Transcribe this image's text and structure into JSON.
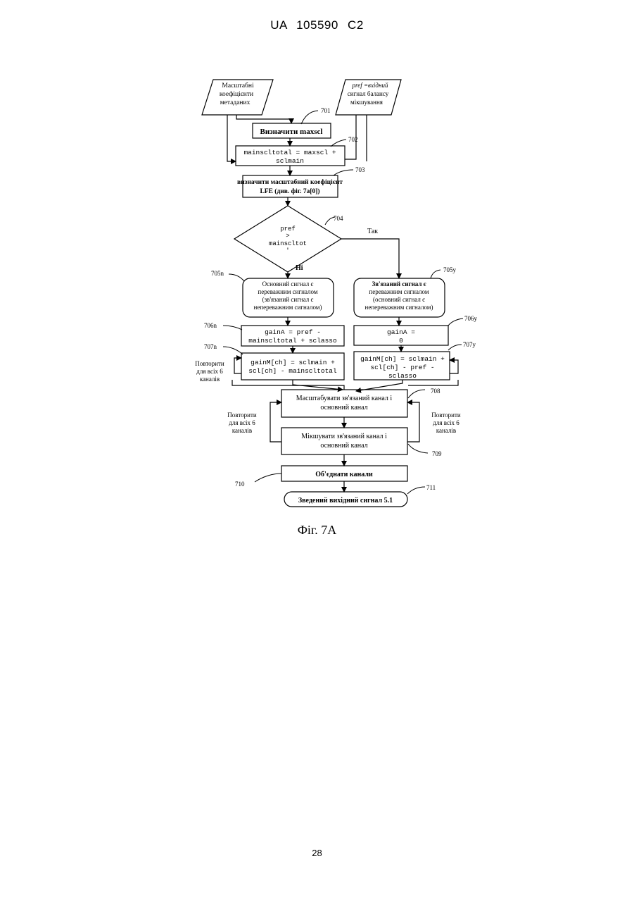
{
  "header": {
    "doc_id": "UA   105590   C2"
  },
  "figure": {
    "caption": "Фіг. 7А",
    "nodes": {
      "input_metadata": {
        "lines": [
          "Масштабні",
          "коефіцієнти",
          "метаданих"
        ]
      },
      "input_pref": {
        "lines": [
          "pref =вхідний",
          "сигнал балансу",
          "мікшування"
        ]
      },
      "n701": {
        "ref": "701",
        "text": "Визначити maxscl"
      },
      "n702": {
        "ref": "702",
        "lines": [
          "mainscltotal = maxscl +",
          "sclmain"
        ]
      },
      "n703": {
        "ref": "703",
        "lines": [
          "визначити масштабний коефіцієнт",
          "LFE (див. фіг. 7а[0])"
        ]
      },
      "n704": {
        "ref": "704",
        "lines": [
          "pref",
          ">",
          "mainscltot",
          "'"
        ],
        "yes_label": "Так",
        "no_label": "Ні"
      },
      "n705n": {
        "ref": "705n",
        "lines": [
          "Основний сигнал є",
          "переважним сигналом",
          "(зв'язаний сигнал є",
          "непереважним сигналом)"
        ]
      },
      "n705y": {
        "ref": "705y",
        "lines": [
          "Зв'язаний сигнал є",
          "переважним сигналом",
          "(основний сигнал є",
          "непереважним сигналом)"
        ]
      },
      "n706n": {
        "ref": "706n",
        "lines": [
          "gainA = pref -",
          "mainscltotal + sclasso"
        ]
      },
      "n706y": {
        "ref": "706y",
        "lines": [
          "gainA =",
          "0"
        ]
      },
      "n707n": {
        "ref": "707n",
        "lines": [
          "gainM[ch] = sclmain +",
          "scl[ch] - mainscltotal"
        ],
        "loop_label": [
          "Повторити",
          "для всіх 6",
          "каналів"
        ]
      },
      "n707y": {
        "ref": "707y",
        "lines": [
          "gainM[ch] = sclmain +",
          "scl[ch] - pref -",
          "sclasso"
        ]
      },
      "n708": {
        "ref": "708",
        "lines": [
          "Масштабувати зв'язаний канал і",
          "основний канал"
        ]
      },
      "n709": {
        "ref": "709",
        "lines": [
          "Мікшувати зв'язаний канал і",
          "основний канал"
        ]
      },
      "loop_left": {
        "lines": [
          "Повторити",
          "для всіх 6",
          "каналів"
        ]
      },
      "loop_right": {
        "lines": [
          "Повторити",
          "для всіх 6",
          "каналів"
        ]
      },
      "n710": {
        "ref": "710",
        "text": "Об'єднати канали"
      },
      "n711": {
        "ref": "711",
        "text": "Зведений вихідний сигнал 5.1"
      }
    }
  },
  "footer": {
    "page_number": "28"
  }
}
